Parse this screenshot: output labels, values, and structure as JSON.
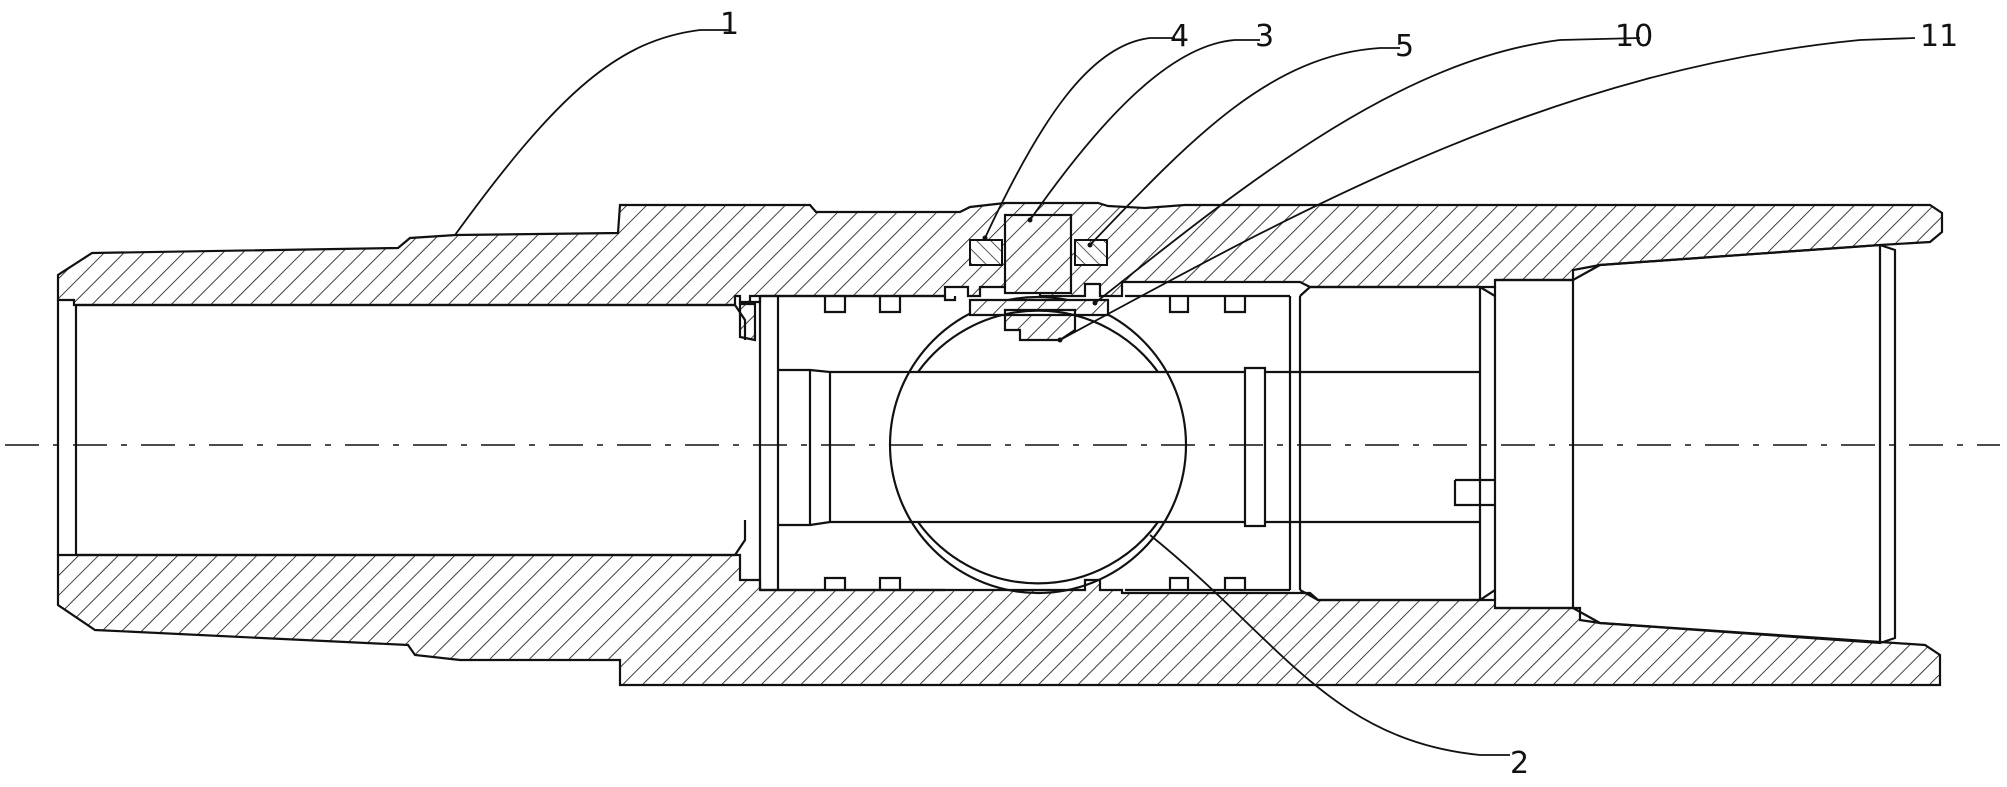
{
  "callouts": [
    {
      "id": "c1",
      "label": "1"
    },
    {
      "id": "c2",
      "label": "2"
    },
    {
      "id": "c3",
      "label": "3"
    },
    {
      "id": "c4",
      "label": "4"
    },
    {
      "id": "c5",
      "label": "5"
    },
    {
      "id": "c10",
      "label": "10"
    },
    {
      "id": "c11",
      "label": "11"
    }
  ]
}
